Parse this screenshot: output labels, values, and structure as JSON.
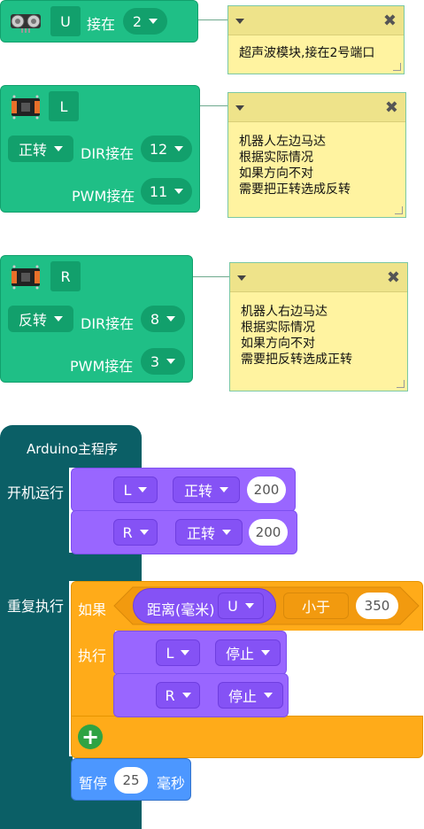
{
  "blocks": {
    "ultrasonic": {
      "icon_label": "U",
      "port_label": "接在",
      "port_value": "2"
    },
    "motor_left": {
      "icon_label": "L",
      "dir_value": "正转",
      "dir_label": "DIR接在",
      "dir_pin": "12",
      "pwm_label": "PWM接在",
      "pwm_pin": "11"
    },
    "motor_right": {
      "icon_label": "R",
      "dir_value": "反转",
      "dir_label": "DIR接在",
      "dir_pin": "8",
      "pwm_label": "PWM接在",
      "pwm_pin": "3"
    }
  },
  "comments": {
    "c1": "超声波模块,接在2号端口",
    "c2": "机器人左边马达\n根据实际情况\n如果方向不对\n需要把正转选成反转",
    "c3": "机器人右边马达\n根据实际情况\n如果方向不对\n需要把反转选成正转"
  },
  "main": {
    "title": "Arduino主程序",
    "setup_label": "开机运行",
    "loop_label": "重复执行",
    "setup": [
      {
        "motor": "L",
        "dir": "正转",
        "speed": "200"
      },
      {
        "motor": "R",
        "dir": "正转",
        "speed": "200"
      }
    ],
    "if_label": "如果",
    "then_label": "执行",
    "cond": {
      "sensor_label": "距离(毫米)",
      "sensor": "U",
      "op": "小于",
      "value": "350"
    },
    "then": [
      {
        "motor": "L",
        "action": "停止"
      },
      {
        "motor": "R",
        "action": "停止"
      }
    ],
    "delay": {
      "label": "暂停",
      "value": "25",
      "unit": "毫秒"
    }
  },
  "colors": {
    "green": "#1fbf86",
    "purple": "#9966ff",
    "orange": "#ffab19",
    "teal": "#0b5f66",
    "blue": "#4c97ff",
    "note": "#fff3a0"
  }
}
